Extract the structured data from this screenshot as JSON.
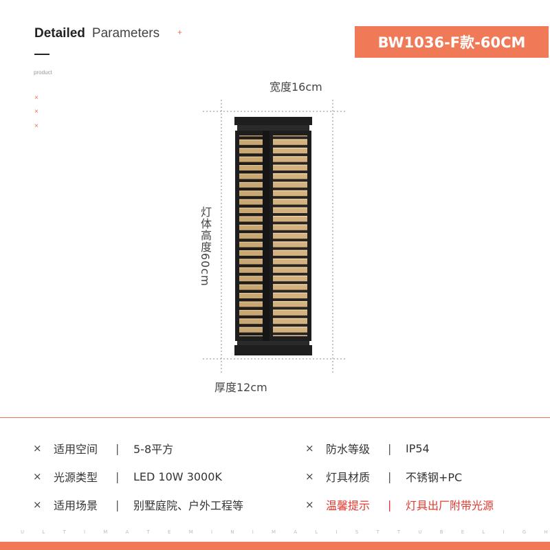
{
  "header": {
    "title_bold": "Detailed",
    "title_light": "Parameters",
    "plus": "+",
    "subtitle": "product",
    "marks": [
      "×",
      "×",
      "×"
    ]
  },
  "model": "BW1036-F款-60CM",
  "dimensions": {
    "width": "宽度16cm",
    "height": "灯体高度60cm",
    "depth": "厚度12cm"
  },
  "specs": [
    {
      "mark": "×",
      "label": "适用空间",
      "sep": "|",
      "value": "5-8平方"
    },
    {
      "mark": "×",
      "label": "防水等级",
      "sep": "|",
      "value": "IP54"
    },
    {
      "mark": "×",
      "label": "光源类型",
      "sep": "|",
      "value": "LED 10W 3000K"
    },
    {
      "mark": "×",
      "label": "灯具材质",
      "sep": "|",
      "value": "不锈钢+PC"
    },
    {
      "mark": "×",
      "label": "适用场景",
      "sep": "|",
      "value": "别墅庭院、户外工程等"
    },
    {
      "mark": "×",
      "label": "温馨提示",
      "sep": "|",
      "value": "灯具出厂附带光源"
    }
  ],
  "footer": "U L T I M A T E     M I N I M A L I S T     T U B E     L I G H T",
  "colors": {
    "accent": "#f07a57",
    "hint": "#e0392f",
    "lamp_body": "#1e1e1e",
    "lamp_glow": "#d9b98a"
  }
}
